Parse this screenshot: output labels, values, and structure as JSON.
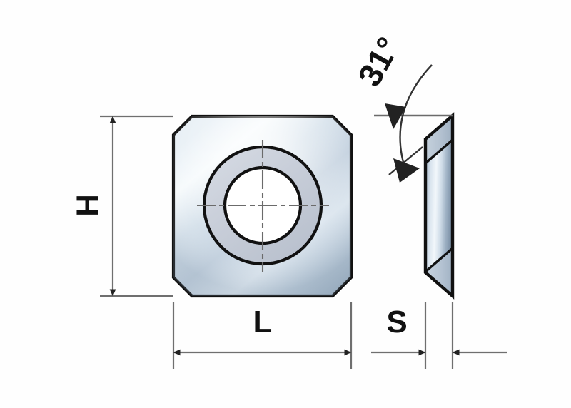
{
  "drawing": {
    "title": "Square insert technical drawing",
    "background_color": "#fefefe",
    "line_color": "#111111",
    "dimension_line_color": "#555555",
    "metal_light": "#f4f8fb",
    "metal_mid": "#c3d1de",
    "metal_dark": "#8fa4b8",
    "ring_fill": "#c8ced8"
  },
  "views": {
    "front": {
      "name": "front-view",
      "shape": "chamfered-square",
      "hole": "through-hole-with-counterbore"
    },
    "side": {
      "name": "side-view",
      "shape": "parallelogram"
    }
  },
  "dimensions": {
    "height": {
      "label": "H",
      "orientation": "vertical",
      "arrow_style": "double-arrow-inside"
    },
    "length": {
      "label": "L",
      "orientation": "horizontal",
      "arrow_style": "double-arrow-inside"
    },
    "thickness": {
      "label": "S",
      "orientation": "horizontal",
      "arrow_style": "double-arrow-outside"
    },
    "angle": {
      "label": "31°",
      "value": 31,
      "unit": "degrees",
      "arrow_style": "arc-double-arrow",
      "text_rotation": -60
    }
  }
}
